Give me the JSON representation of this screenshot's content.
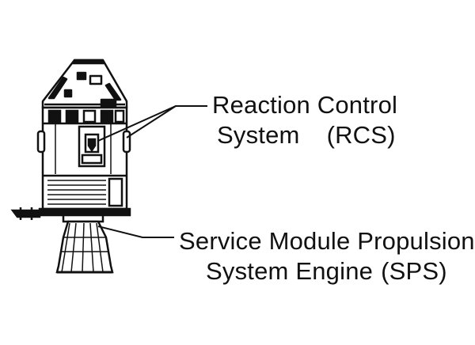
{
  "labels": {
    "rcs": {
      "line1": "Reaction Control",
      "line2_name": "System",
      "line2_abbr": "(RCS)"
    },
    "sps": {
      "line1": "Service Module Propulsion",
      "line2_name": "System Engine",
      "line2_abbr": "(SPS)"
    }
  },
  "colors": {
    "ink": "#111111",
    "paper": "#ffffff"
  }
}
